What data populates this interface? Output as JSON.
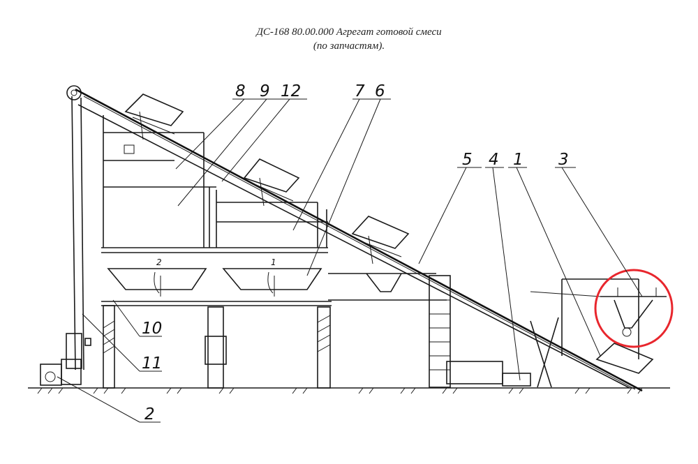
{
  "title": {
    "line1": "ДС-168 80.00.000 Агрегат готовой смеси",
    "line2": "(по запчастям)."
  },
  "labels": {
    "n1": "1",
    "n2": "2",
    "n3": "3",
    "n4": "4",
    "n5": "5",
    "n6": "6",
    "n7": "7",
    "n8": "8",
    "n9": "9",
    "n10": "10",
    "n11": "11",
    "n12": "12",
    "bin_left": "2",
    "bin_right": "1"
  },
  "highlight": {
    "color": "#e8262d"
  }
}
